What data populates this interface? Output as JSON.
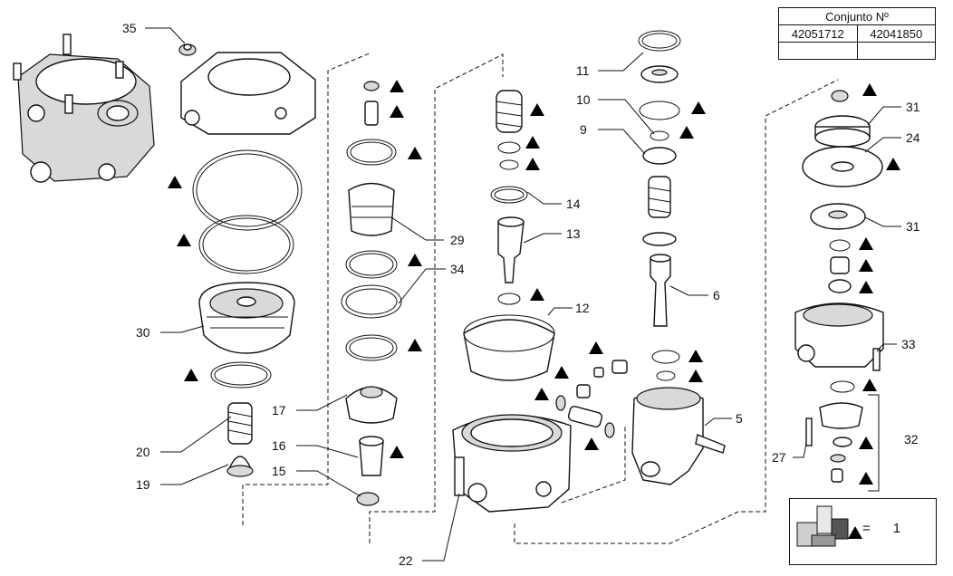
{
  "conjunto": {
    "title": "Conjunto Nº",
    "col1": "42051712",
    "col2": "42041850"
  },
  "callouts": {
    "c35": "35",
    "c11": "11",
    "c10": "10",
    "c9": "9",
    "c14": "14",
    "c13": "13",
    "c29": "29",
    "c34": "34",
    "c12": "12",
    "c6": "6",
    "c30": "30",
    "c17": "17",
    "c16": "16",
    "c15": "15",
    "c20": "20",
    "c19": "19",
    "c22": "22",
    "c5": "5",
    "c27": "27",
    "c32": "32",
    "c33": "33",
    "c31a": "31",
    "c24": "24",
    "c31b": "31"
  },
  "legend": {
    "equals": "=",
    "value": "1"
  },
  "icons": {
    "kit_marker": "black-triangle-icon",
    "kit_box": "repair-kit-icon"
  }
}
